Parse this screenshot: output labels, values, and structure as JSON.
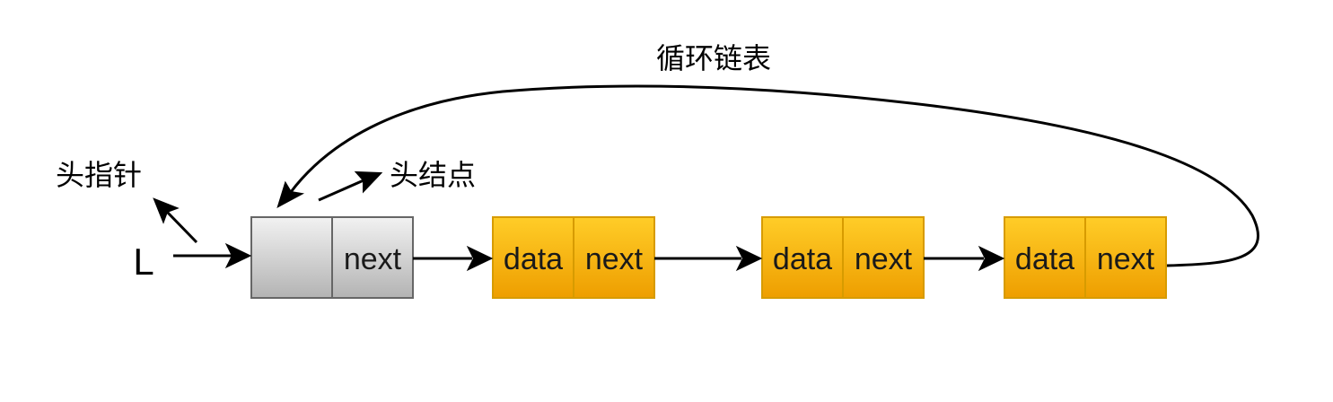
{
  "labels": {
    "title": "循环链表",
    "head_pointer": "头指针",
    "head_node": "头结点",
    "pointer_var": "L"
  },
  "head_node": {
    "data_text": "",
    "next_text": "next"
  },
  "nodes": [
    {
      "data_text": "data",
      "next_text": "next"
    },
    {
      "data_text": "data",
      "next_text": "next"
    },
    {
      "data_text": "data",
      "next_text": "next"
    }
  ],
  "colors": {
    "head_fill_top": "#f2f2f2",
    "head_fill_bottom": "#b3b3b3",
    "head_stroke": "#666666",
    "node_fill_top": "#ffcd28",
    "node_fill_bottom": "#ee9e00",
    "node_stroke": "#d79b00",
    "arrow": "#000000"
  }
}
